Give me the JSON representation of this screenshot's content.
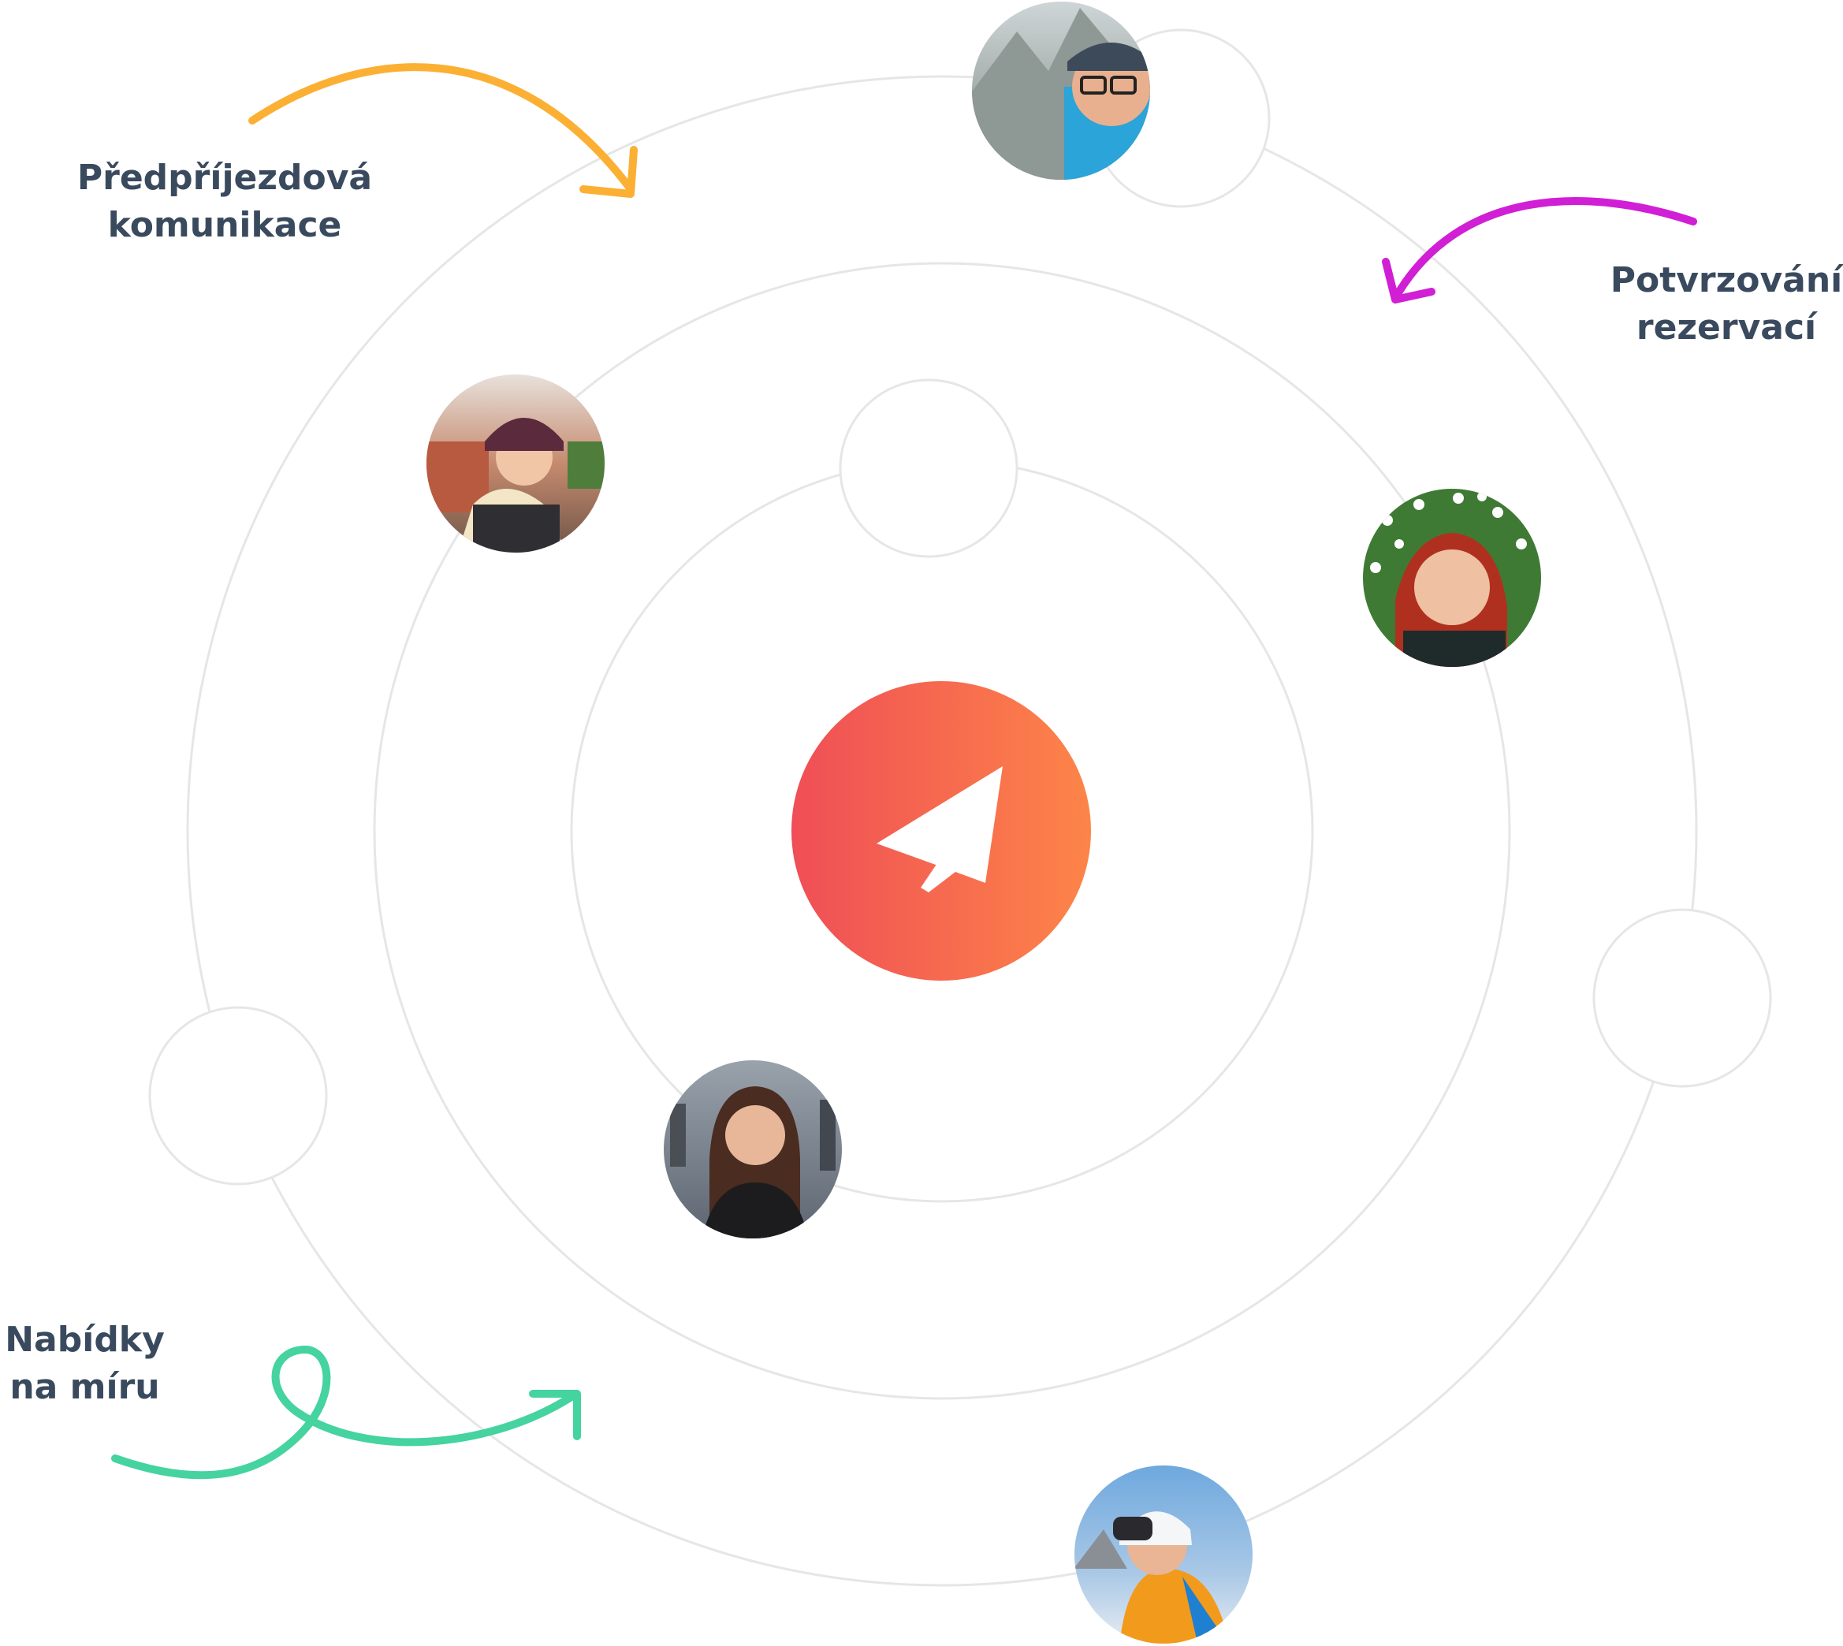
{
  "labels": {
    "pre_arrival": [
      "Předpříjezdová",
      "komunikace"
    ],
    "confirmations": [
      "Potvrzování",
      "rezervací"
    ],
    "offers": [
      "Nabídky",
      "na míru"
    ]
  },
  "colors": {
    "orbit": "#e6e6e6",
    "text": "#3a4a5e",
    "arrow_yellow": "#fbb034",
    "arrow_magenta": "#d11fd6",
    "arrow_green": "#45d3a0",
    "gradient_start": "#ef4e56",
    "gradient_end": "#fd8548"
  },
  "center_icon": "paper-plane-icon",
  "avatars": [
    {
      "name": "avatar-man-glasses-cap",
      "theme": "mountain"
    },
    {
      "name": "avatar-woman-helmet",
      "theme": "city"
    },
    {
      "name": "avatar-woman-flowers",
      "theme": "meadow"
    },
    {
      "name": "avatar-woman-street",
      "theme": "street"
    },
    {
      "name": "avatar-skier",
      "theme": "snow"
    }
  ]
}
